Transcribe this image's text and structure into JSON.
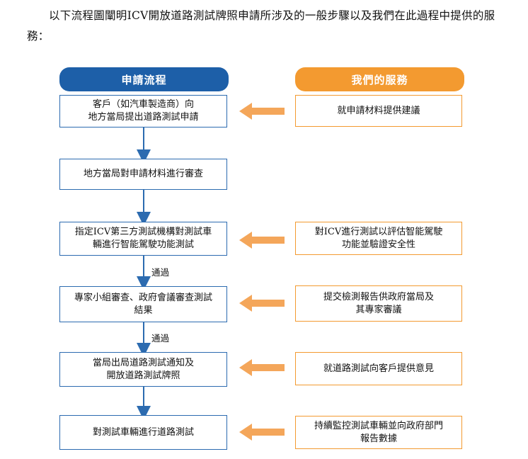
{
  "intro": "以下流程圖闡明ICV開放道路測試牌照申請所涉及的一般步驟以及我們在此過程中提供的服務：",
  "headers": {
    "left": "申請流程",
    "right": "我們的服務"
  },
  "steps": [
    "客戶（如汽車製造商）向\n地方當局提出道路測試申請",
    "地方當局對申請材料進行審查",
    "指定ICV第三方測試機構對測試車\n輛進行智能駕駛功能測試",
    "專家小組審查、政府會議審查測試\n結果",
    "當局出局道路測試通知及\n開放道路測試牌照",
    "對測試車輛進行道路測試"
  ],
  "services": [
    "就申請材料提供建議",
    "對ICV進行測試以評估智能駕駛\n功能並驗證安全性",
    "提交檢測報告供政府當局及\n其專家審議",
    "就道路測試向客戶提供意見",
    "持續監控測試車輛並向政府部門\n報告數據"
  ],
  "pass_labels": [
    "通過",
    "通過"
  ],
  "colors": {
    "blue": "#1d5fa8",
    "orange": "#f39a30",
    "arrow_blue": "#2c6bb0",
    "arrow_orange": "#f4a65a"
  }
}
